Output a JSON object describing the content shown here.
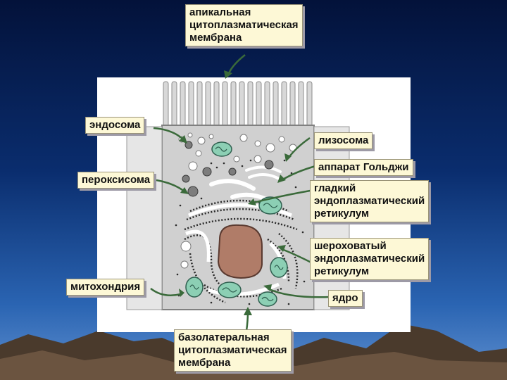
{
  "labels": {
    "apical": [
      "апикальная",
      "цитоплазматическая",
      "мембрана"
    ],
    "endosome": "эндосома",
    "lysosome": "лизосома",
    "golgi": "аппарат Гольджи",
    "peroxisome": "пероксисома",
    "smooth_er": [
      "гладкий",
      "эндоплазматический",
      "ретикулум"
    ],
    "rough_er": [
      "шероховатый",
      "эндоплазматический",
      "ретикулум"
    ],
    "mitochondria": "митохондрия",
    "nucleus": "ядро",
    "basolateral": [
      "базолатеральная",
      "цитоплазматическая",
      "мембрана"
    ]
  },
  "colors": {
    "label_bg": "#fdf8d6",
    "arrow": "#3a6a3a",
    "nucleus": "#b07c68",
    "mitochondria": "#8ccfb4"
  }
}
